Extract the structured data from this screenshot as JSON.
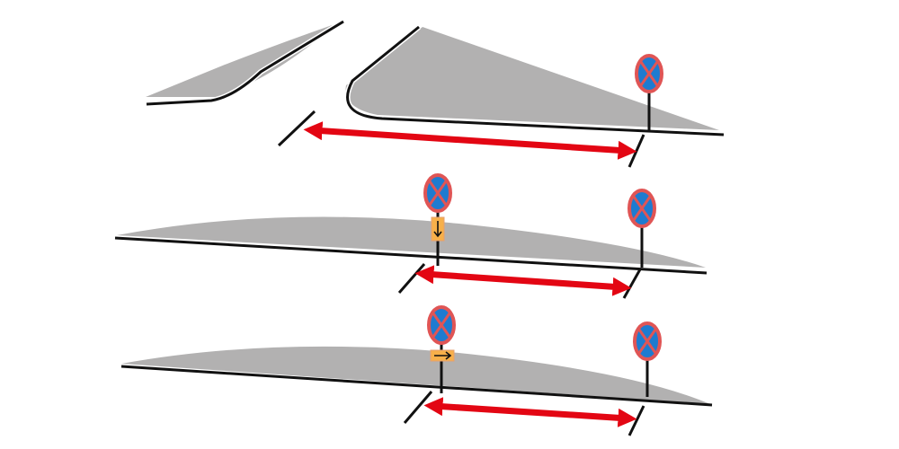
{
  "colors": {
    "road": "#b2b1b1",
    "curb": "#111111",
    "arrow": "#e30613",
    "sign_fill": "#1e7bd0",
    "sign_border": "#e05555",
    "plate_fill": "#f7b04a"
  },
  "scenes": [
    {
      "name": "intersection",
      "signs": 1
    },
    {
      "name": "sign-with-down-arrow-plate",
      "signs": 2
    },
    {
      "name": "sign-with-right-arrow-plate",
      "signs": 2
    }
  ]
}
